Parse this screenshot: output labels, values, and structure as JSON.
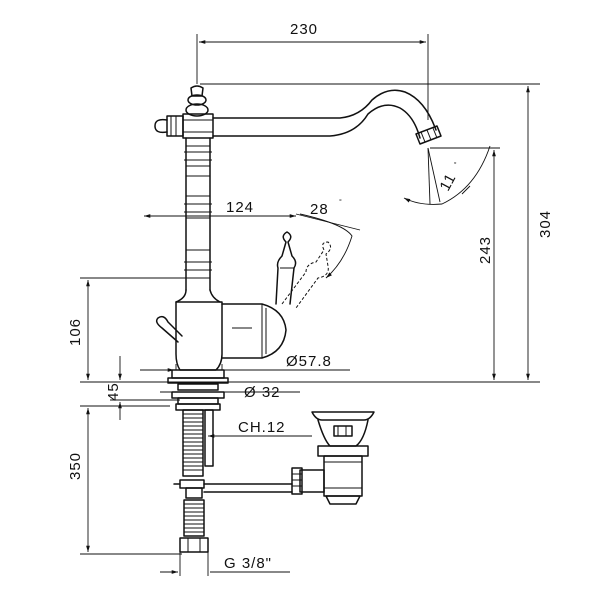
{
  "dimensions": {
    "d230": "230",
    "d304": "304",
    "d243": "243",
    "d124": "124",
    "a28": "28",
    "a11": "11",
    "deg": "°",
    "d106": "106",
    "d57_8": "Ø57.8",
    "d45": "45",
    "d32": "Ø 32",
    "d350": "350",
    "ch12": "CH.12",
    "g38": "G 3/8\""
  }
}
